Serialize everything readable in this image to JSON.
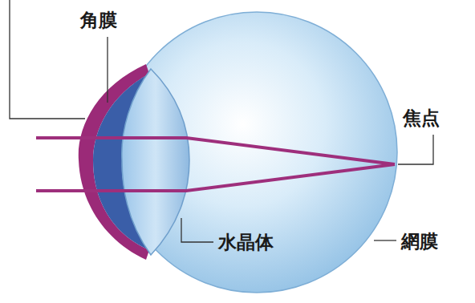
{
  "diagram": {
    "labels": [
      "角膜",
      "焦点",
      "水晶体",
      "網膜"
    ]
  }
}
